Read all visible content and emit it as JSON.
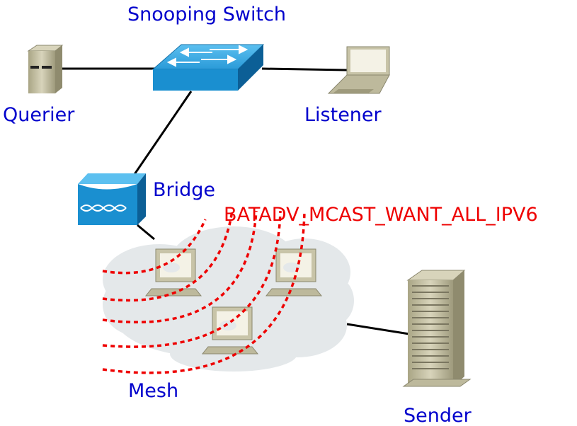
{
  "labels": {
    "switch": "Snooping Switch",
    "querier": "Querier",
    "listener": "Listener",
    "bridge": "Bridge",
    "flag": "BATADV_MCAST_WANT_ALL_IPV6",
    "mesh": "Mesh",
    "sender": "Sender"
  },
  "colors": {
    "label_text": "#0000cc",
    "flag_text": "#ee0000",
    "signal_waves": "#ee0000",
    "switch_body": "#1a8fd0",
    "cloud": "#e4e8ea",
    "device_beige": "#c8c4a8"
  },
  "icons": {
    "querier": "server-tower-icon",
    "switch": "network-switch-icon",
    "listener": "laptop-icon",
    "bridge": "wireless-bridge-icon",
    "mesh_nodes": "workstation-icon",
    "sender": "server-rack-icon"
  }
}
